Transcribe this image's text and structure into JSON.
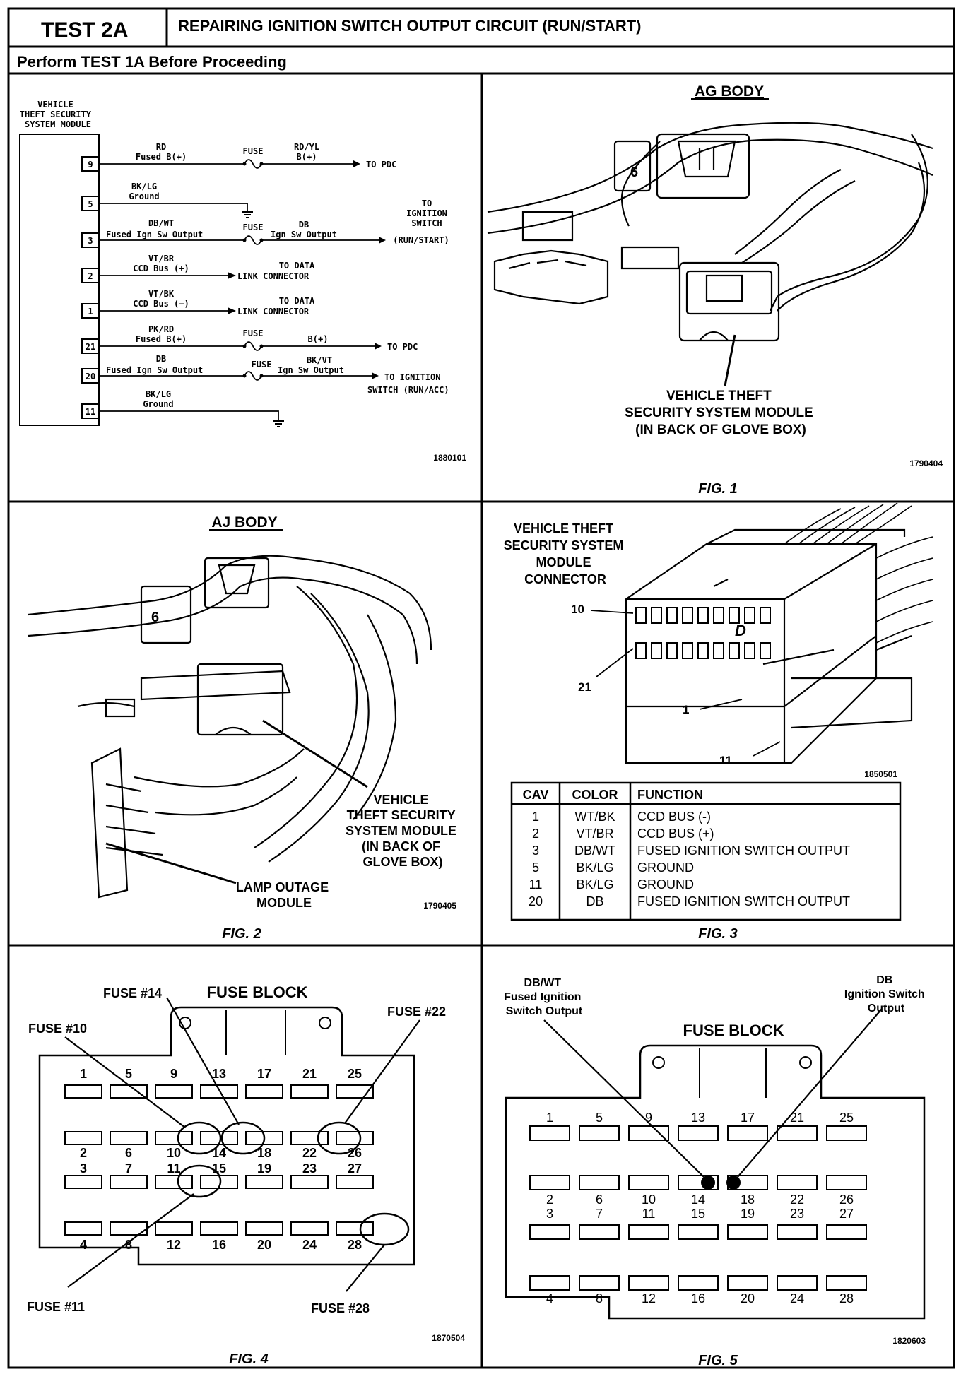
{
  "header": {
    "test_id": "TEST 2A",
    "title": "REPAIRING IGNITION SWITCH OUTPUT CIRCUIT (RUN/START)",
    "subtitle": "Perform TEST 1A Before Proceeding"
  },
  "schematic": {
    "module_label": [
      "VEHICLE",
      "THEFT SECURITY",
      "SYSTEM MODULE"
    ],
    "pins": [
      "9",
      "5",
      "3",
      "2",
      "1",
      "21",
      "20",
      "11"
    ],
    "wires": {
      "w9_color": "RD",
      "w9_func": "Fused B(+)",
      "w9_fuse": "FUSE",
      "w9_out_color": "RD/YL",
      "w9_out_func": "B(+)",
      "w9_dest": "TO PDC",
      "w5_color": "BK/LG",
      "w5_func": "Ground",
      "w3_color": "DB/WT",
      "w3_func": "Fused Ign Sw Output",
      "w3_fuse": "FUSE",
      "w3_out_color": "DB",
      "w3_out_func": "Ign Sw Output",
      "w3_dest1": "TO",
      "w3_dest2": "IGNITION",
      "w3_dest3": "SWITCH",
      "w3_dest4": "(RUN/START)",
      "w2_color": "VT/BR",
      "w2_func": "CCD Bus (+)",
      "w2_dest1": "TO DATA",
      "w2_dest2": "LINK CONNECTOR",
      "w1_color": "VT/BK",
      "w1_func": "CCD Bus (−)",
      "w1_dest1": "TO DATA",
      "w1_dest2": "LINK CONNECTOR",
      "w21_color": "PK/RD",
      "w21_func": "Fused B(+)",
      "w21_fuse": "FUSE",
      "w21_out_func": "B(+)",
      "w21_dest": "TO PDC",
      "w20_color": "DB",
      "w20_func": "Fused Ign Sw Output",
      "w20_fuse": "FUSE",
      "w20_out_color": "BK/VT",
      "w20_out_func": "Ign Sw Output",
      "w20_dest1": "TO IGNITION",
      "w20_dest2": "SWITCH (RUN/ACC)",
      "w11_color": "BK/LG",
      "w11_func": "Ground"
    },
    "ref": "1880101"
  },
  "fig1": {
    "title": "AG BODY",
    "callout": [
      "VEHICLE THEFT",
      "SECURITY SYSTEM MODULE",
      "(IN BACK OF GLOVE BOX)"
    ],
    "ref": "1790404",
    "caption": "FIG. 1"
  },
  "fig2": {
    "title": "AJ BODY",
    "callout1": [
      "VEHICLE",
      "THEFT SECURITY",
      "SYSTEM MODULE",
      "(IN BACK OF",
      "GLOVE BOX)"
    ],
    "callout2": [
      "LAMP OUTAGE",
      "MODULE"
    ],
    "ref": "1790405",
    "caption": "FIG. 2"
  },
  "fig3": {
    "title": [
      "VEHICLE THEFT",
      "SECURITY SYSTEM",
      "MODULE",
      "CONNECTOR"
    ],
    "pin_labels": [
      "10",
      "21",
      "1",
      "11"
    ],
    "ref": "1850501",
    "caption": "FIG. 3",
    "table": {
      "headers": [
        "CAV",
        "COLOR",
        "FUNCTION"
      ],
      "rows": [
        [
          "1",
          "WT/BK",
          "CCD BUS (-)"
        ],
        [
          "2",
          "VT/BR",
          "CCD BUS (+)"
        ],
        [
          "3",
          "DB/WT",
          "FUSED IGNITION SWITCH OUTPUT"
        ],
        [
          "5",
          "BK/LG",
          "GROUND"
        ],
        [
          "11",
          "BK/LG",
          "GROUND"
        ],
        [
          "20",
          "DB",
          "FUSED IGNITION SWITCH OUTPUT"
        ]
      ]
    }
  },
  "fig4": {
    "title": "FUSE BLOCK",
    "callouts": [
      "FUSE #14",
      "FUSE #10",
      "FUSE #22",
      "FUSE #11",
      "FUSE #28"
    ],
    "ref": "1870504",
    "caption": "FIG. 4",
    "highlighted_fuses": [
      "10",
      "14",
      "22",
      "11",
      "28"
    ]
  },
  "fig5": {
    "title": "FUSE BLOCK",
    "callout_left": [
      "DB/WT",
      "Fused Ignition",
      "Switch Output"
    ],
    "callout_right": [
      "DB",
      "Ignition Switch",
      "Output"
    ],
    "ref": "1820603",
    "caption": "FIG. 5"
  },
  "fuse_numbers": {
    "row1": [
      "1",
      "5",
      "9",
      "13",
      "17",
      "21",
      "25"
    ],
    "row2": [
      "2",
      "6",
      "10",
      "14",
      "18",
      "22",
      "26"
    ],
    "row3": [
      "3",
      "7",
      "11",
      "15",
      "19",
      "23",
      "27"
    ],
    "row4": [
      "4",
      "8",
      "12",
      "16",
      "20",
      "24",
      "28"
    ]
  }
}
